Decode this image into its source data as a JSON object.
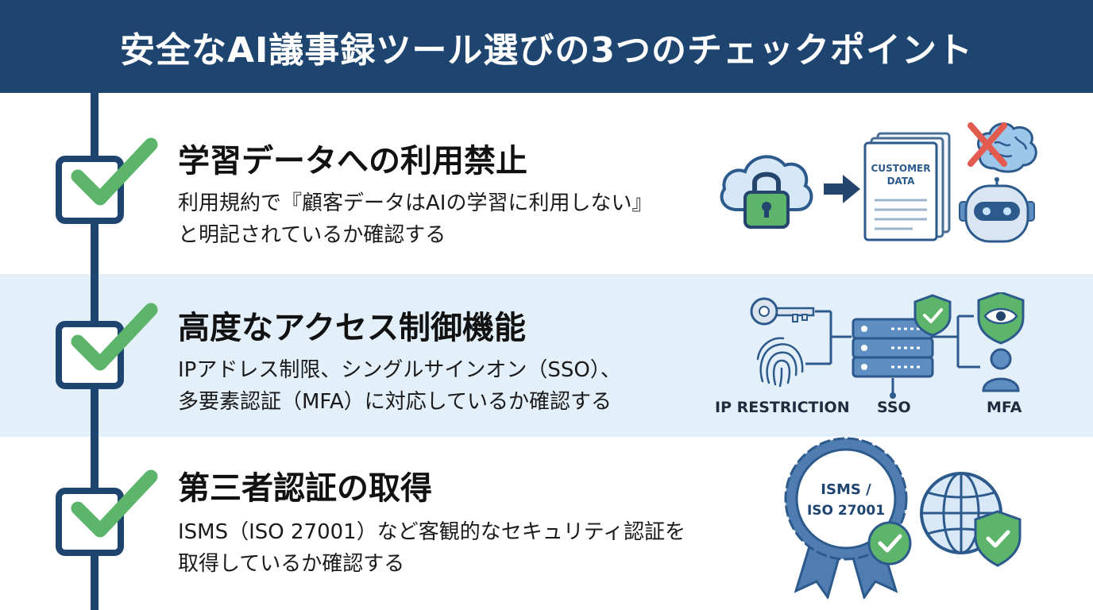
{
  "header": {
    "title": "安全なAI議事録ツール選びの3つのチェックポイント"
  },
  "items": [
    {
      "title": "学習データへの利用禁止",
      "desc_line1": "利用規約で『顧客データはAIの学習に利用しない』",
      "desc_line2": "と明記されているか確認する"
    },
    {
      "title": "高度なアクセス制御機能",
      "desc_line1": "IPアドレス制限、シングルサインオン（SSO）、",
      "desc_line2": "多要素認証（MFA）に対応しているか確認する"
    },
    {
      "title": "第三者認証の取得",
      "desc_line1": "ISMS（ISO 27001）など客観的なセキュリティ認証を",
      "desc_line2": "取得しているか確認する"
    }
  ],
  "illustrations": {
    "doc_line1": "CUSTOMER",
    "doc_line2": "DATA",
    "access_labels": [
      "IP RESTRICTION",
      "SSO",
      "MFA"
    ],
    "badge_line1": "ISMS /",
    "badge_line2": "ISO 27001"
  },
  "colors": {
    "navy": "#1e4470",
    "check_green": "#5cb56a",
    "band": "#e3eff9",
    "icon_blue": "#4f7db1",
    "cross_red": "#e35b4f"
  },
  "icons": [
    "cloud-lock-icon",
    "arrow-right-icon",
    "document-icon",
    "brain-icon",
    "robot-icon",
    "key-icon",
    "fingerprint-icon",
    "server-icon",
    "shield-eye-icon",
    "user-icon",
    "rosette-badge-icon",
    "globe-icon",
    "shield-check-icon"
  ]
}
